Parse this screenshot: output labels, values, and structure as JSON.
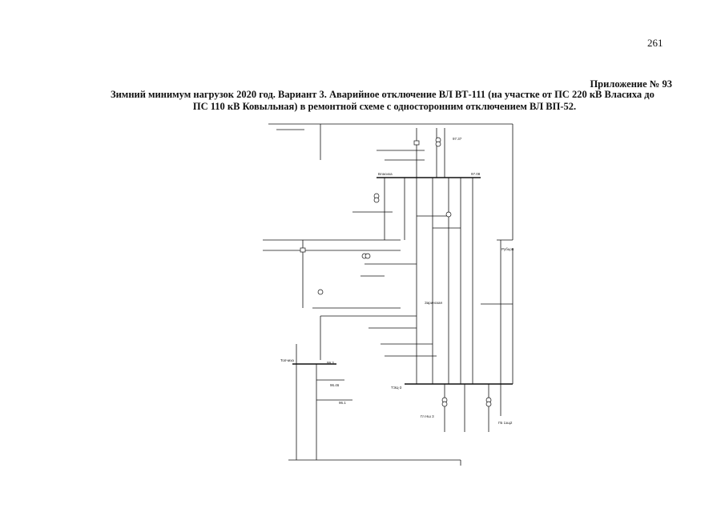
{
  "page": {
    "number": "261",
    "appendix": "Приложение № 93",
    "title_line1": "Зимний минимум нагрузок 2020 год. Вариант 3. Аварийное отключение ВЛ ВТ-111 (на участке от ПС 220 кВ Власиха до",
    "title_line2": "ПС 110 кВ Ковыльная) в ремонтной схеме с односторонним отключением ВЛ ВП-52."
  },
  "diagram": {
    "labels": {
      "bus_top": "Власиха",
      "bus_mid": "Заринская",
      "bus_left": "Топчиха",
      "bus_bottom": "ТЭЦ-3",
      "gen_left": "Гл Нш 3",
      "gen_right": "ГБ 1зщ2",
      "right_label": "Рубцов",
      "value_1": "97.37",
      "value_2": "97.08",
      "value_3": "99.3",
      "value_4": "96.46",
      "value_5": "96.1"
    },
    "colors": {
      "line": "#111111",
      "paper": "#ffffff"
    }
  }
}
